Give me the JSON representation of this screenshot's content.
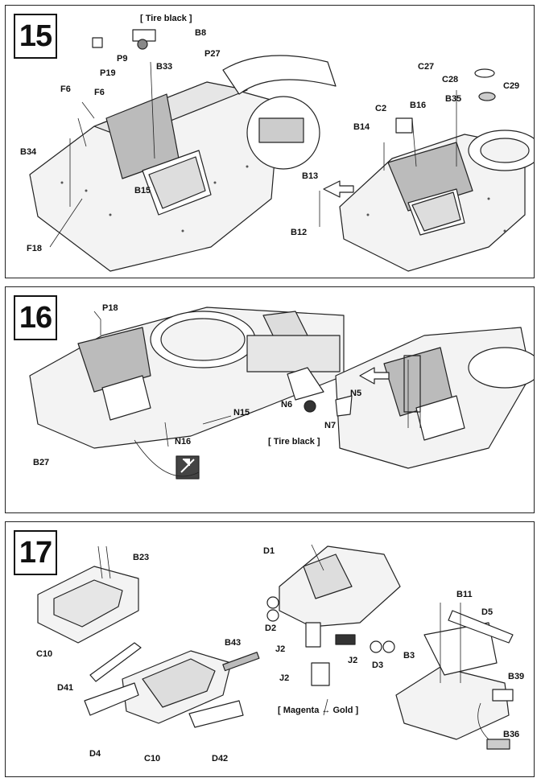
{
  "steps": [
    {
      "number": "15",
      "notes": [
        "[ Tire black ]"
      ],
      "labels": [
        "B8",
        "P9",
        "B33",
        "P27",
        "P19",
        "F6",
        "F6",
        "B34",
        "B15",
        "F18",
        "B13",
        "B12",
        "C27",
        "C28",
        "C29",
        "C2",
        "B16",
        "B35",
        "B14"
      ]
    },
    {
      "number": "16",
      "notes": [
        "[ Tire black ]"
      ],
      "labels": [
        "P18",
        "N6",
        "N5",
        "N7",
        "N15",
        "N16",
        "B27"
      ]
    },
    {
      "number": "17",
      "notes": [
        "[ Magenta ↔ Gold ]"
      ],
      "labels": [
        "B23",
        "C10",
        "D41",
        "B43",
        "D4",
        "C10",
        "D42",
        "D1",
        "D2",
        "J2",
        "J2",
        "J2",
        "D3",
        "B11",
        "D5",
        "B3",
        "B39",
        "B36"
      ]
    }
  ],
  "colors": {
    "line": "#222222",
    "fill_light": "#f2f2f2",
    "fill_dark": "#555555"
  }
}
